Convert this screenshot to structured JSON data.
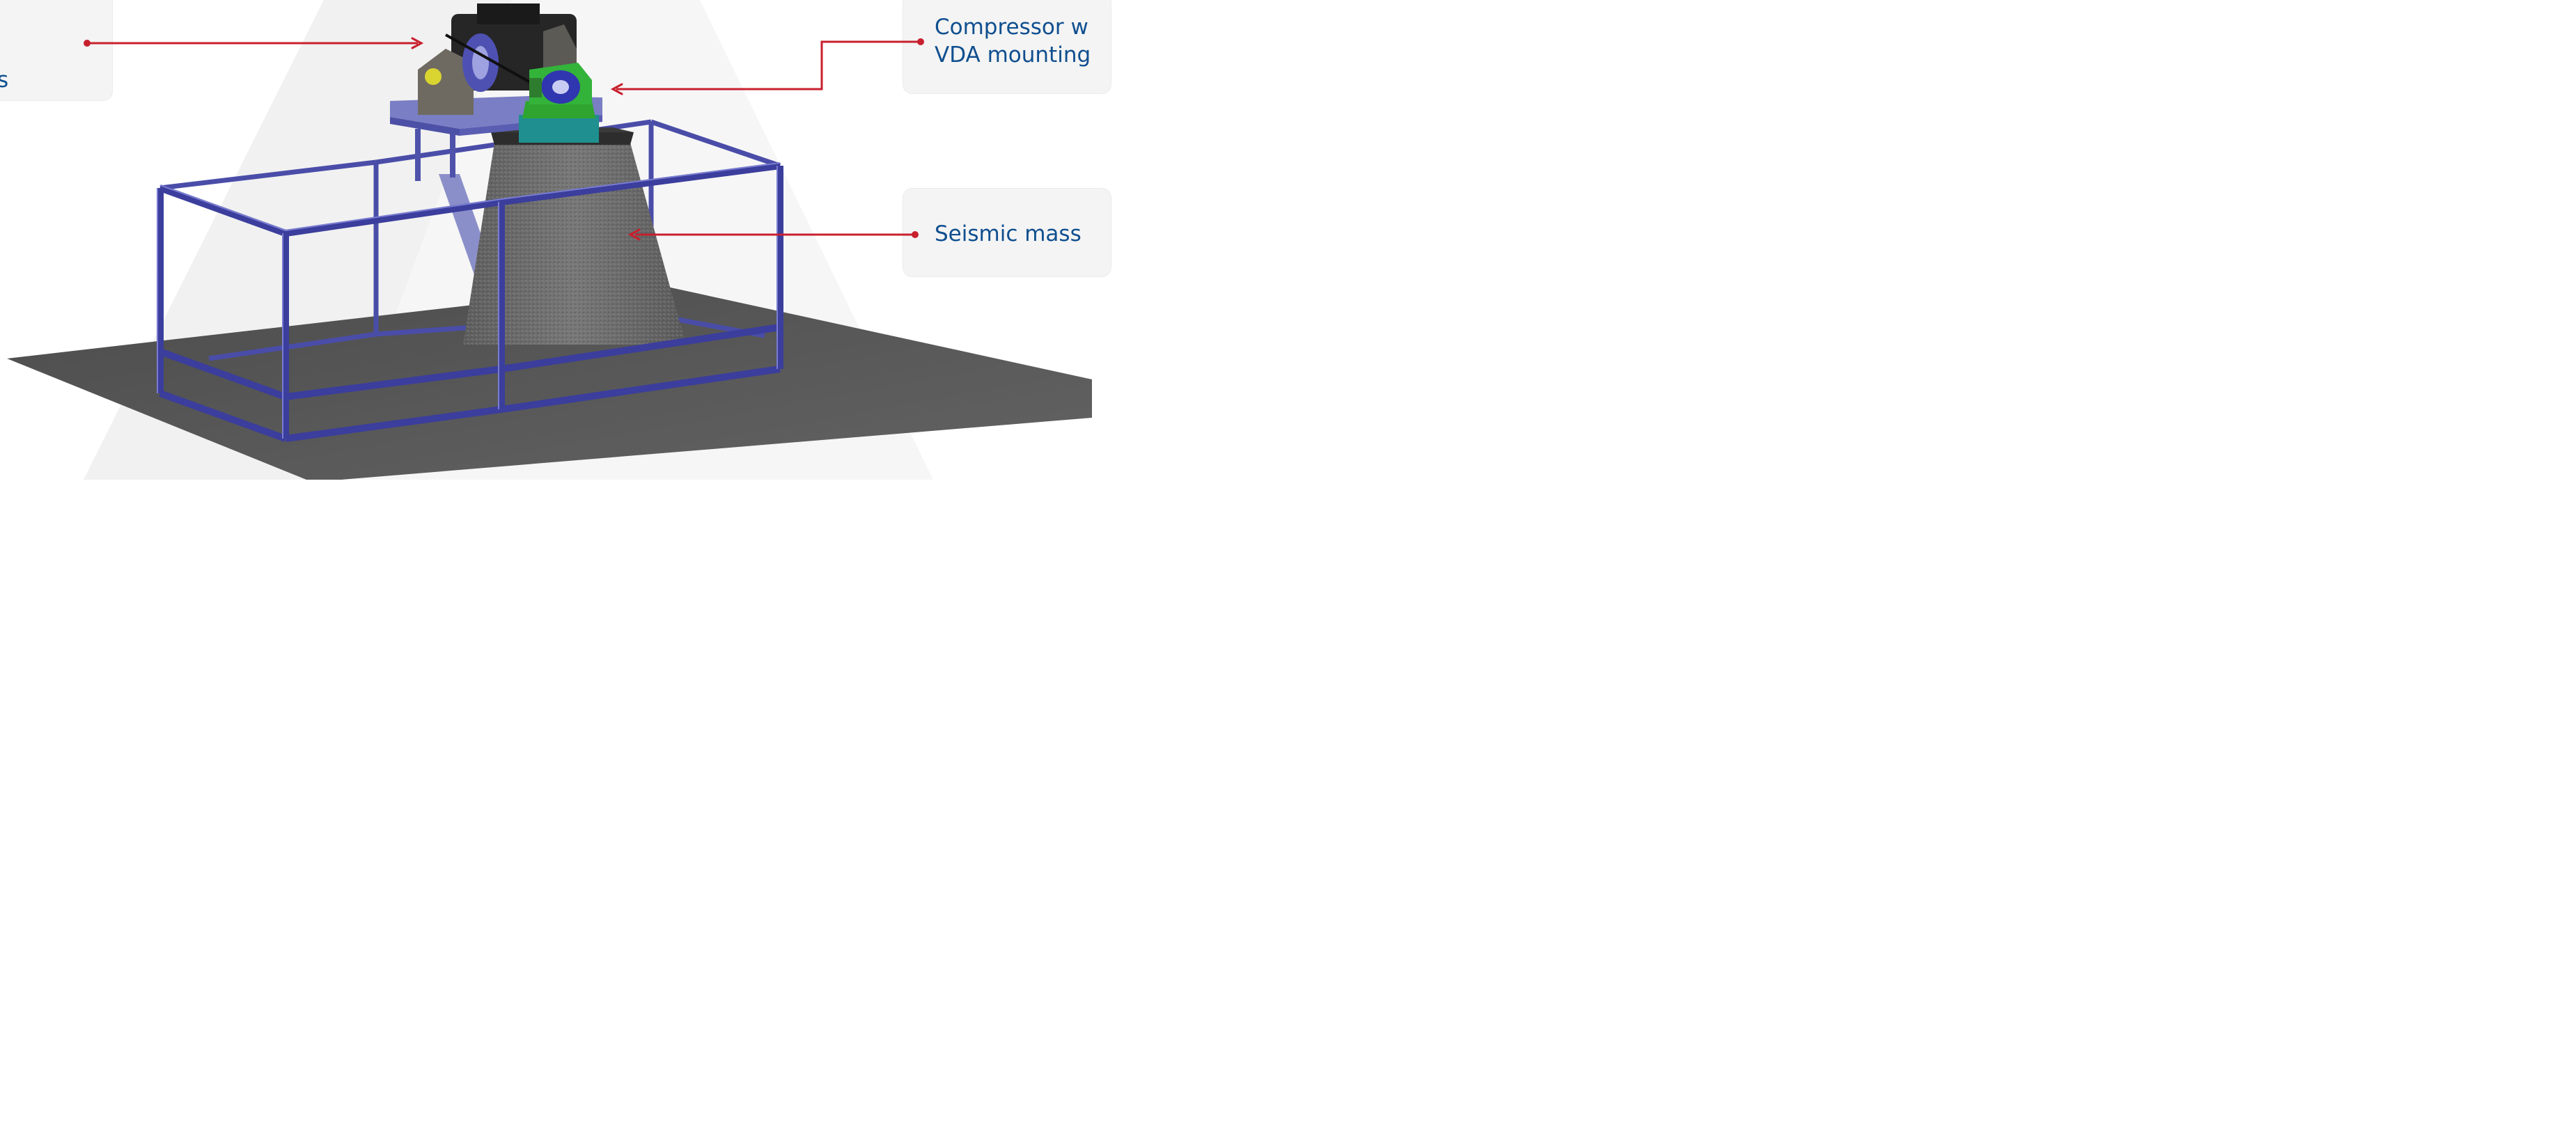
{
  "callouts": {
    "top_left_fragment": "s",
    "compressor_line1": "Compressor w",
    "compressor_line2": "VDA mounting",
    "seismic_mass": "Seismic mass"
  },
  "colors": {
    "callout_line": "#c8202e",
    "label_text": "#0f4f8f",
    "card_bg": "#f4f4f4",
    "frame_profile": "#3b3e9c",
    "seismic_mass": "#6a6a6a",
    "floor": "#585858",
    "coupling": "#2fa52f"
  }
}
